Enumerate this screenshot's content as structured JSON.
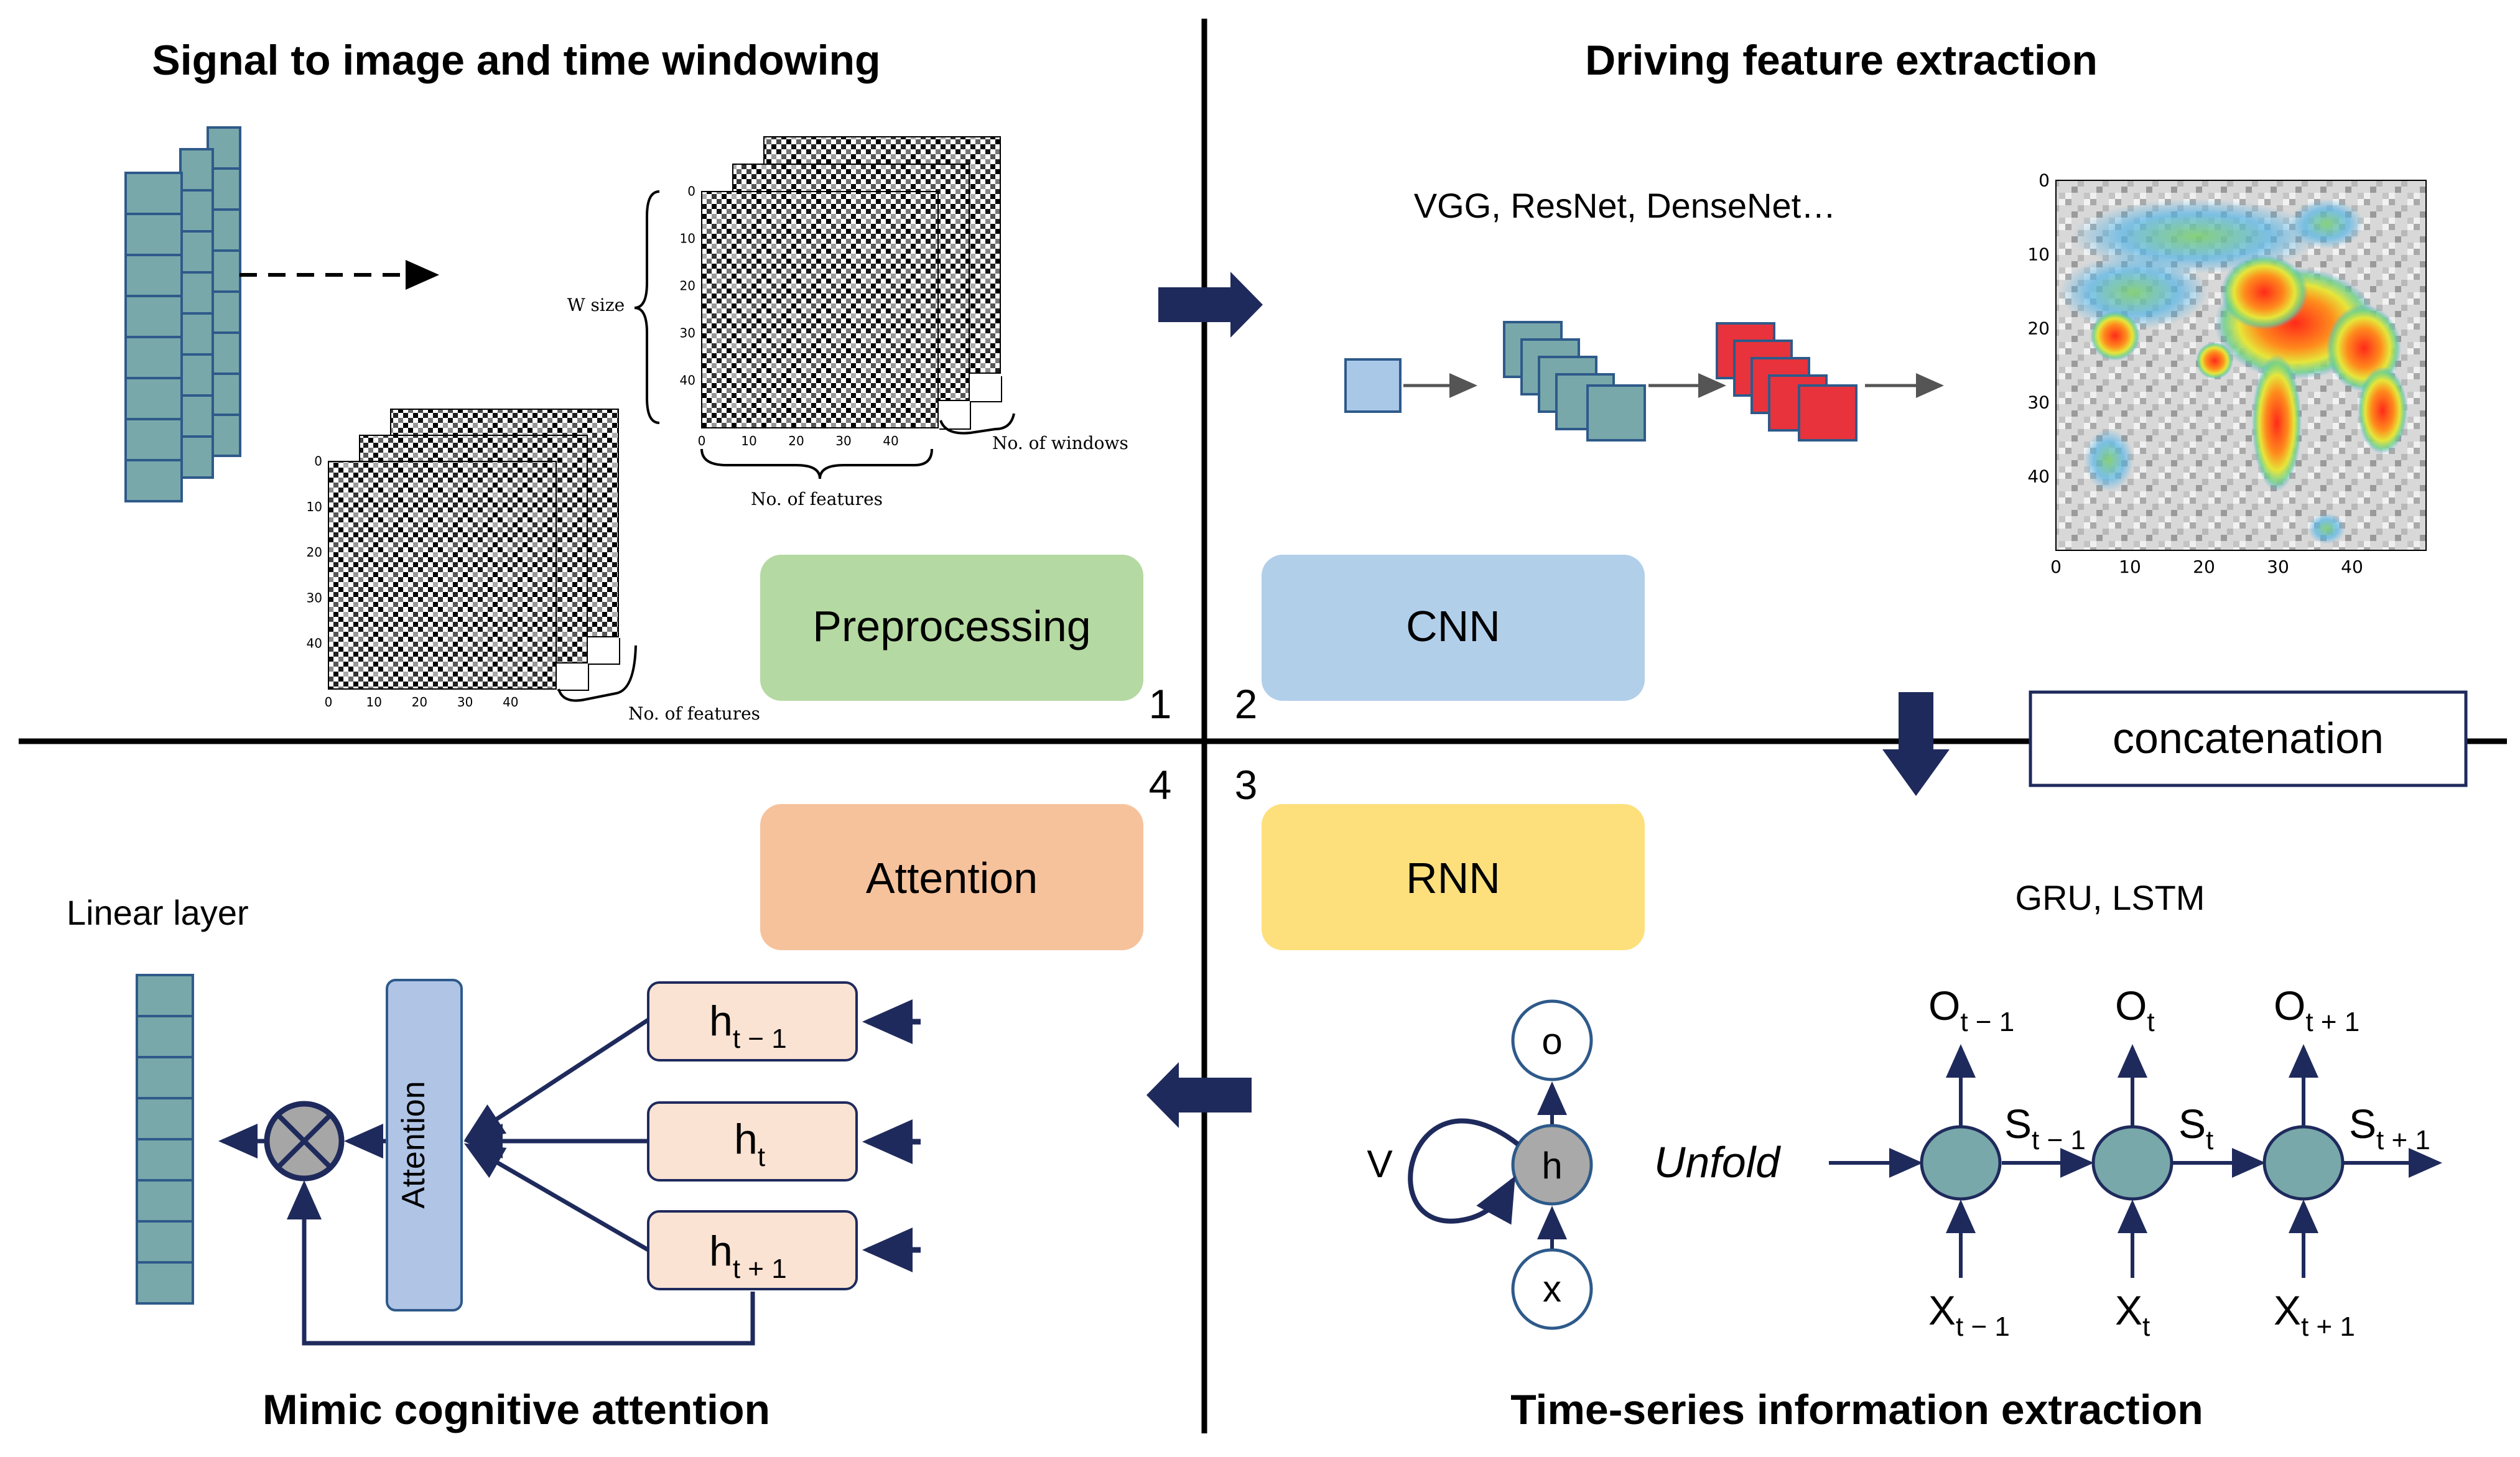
{
  "quadrants": {
    "q1": {
      "title": "Signal to image and time windowing",
      "box_label": "Preprocessing",
      "number": "1",
      "box_color": "#b5d9a2"
    },
    "q2": {
      "title": "Driving feature extraction",
      "box_label": "CNN",
      "number": "2",
      "models": "VGG, ResNet, DenseNet…",
      "box_color": "#b2cfea"
    },
    "q3": {
      "title": "Time-series information extraction",
      "box_label": "RNN",
      "number": "3",
      "models": "GRU, LSTM",
      "box_color": "#fde07c"
    },
    "q4": {
      "title": "Mimic cognitive attention",
      "box_label": "Attention",
      "number": "4",
      "box_color": "#f6c29c"
    }
  },
  "concatenation_label": "concatenation",
  "windowing": {
    "w_size_label": "W size",
    "no_of_windows_label": "No. of windows",
    "no_of_features_top": "No. of features",
    "no_of_features_bottom": "No. of features",
    "tick_labels": [
      "0",
      "10",
      "20",
      "30",
      "40"
    ]
  },
  "rnn": {
    "unfold_label": "Unfold",
    "v_label": "V",
    "node_o": "o",
    "node_h": "h",
    "node_x": "x",
    "outputs": [
      {
        "base": "O",
        "sub": "t − 1"
      },
      {
        "base": "O",
        "sub": "t"
      },
      {
        "base": "O",
        "sub": "t + 1"
      }
    ],
    "states": [
      {
        "base": "S",
        "sub": "t − 1"
      },
      {
        "base": "S",
        "sub": "t"
      },
      {
        "base": "S",
        "sub": "t + 1"
      }
    ],
    "inputs": [
      {
        "base": "X",
        "sub": "t − 1"
      },
      {
        "base": "X",
        "sub": "t"
      },
      {
        "base": "X",
        "sub": "t + 1"
      }
    ]
  },
  "attention": {
    "linear_layer_label": "Linear layer",
    "attention_block_label": "Attention",
    "hidden_states": [
      {
        "base": "h",
        "sub": "t − 1"
      },
      {
        "base": "h",
        "sub": "t"
      },
      {
        "base": "h",
        "sub": "t + 1"
      }
    ]
  },
  "colors": {
    "teal": "#78a8aa",
    "teal_border": "#2e5a8a",
    "navy": "#1f2a5c",
    "red_map": "#e8333c",
    "light_blue": "#a9c8e8",
    "attention_block": "#b0c4e6",
    "hidden_state_fill": "#fbe3d3"
  }
}
